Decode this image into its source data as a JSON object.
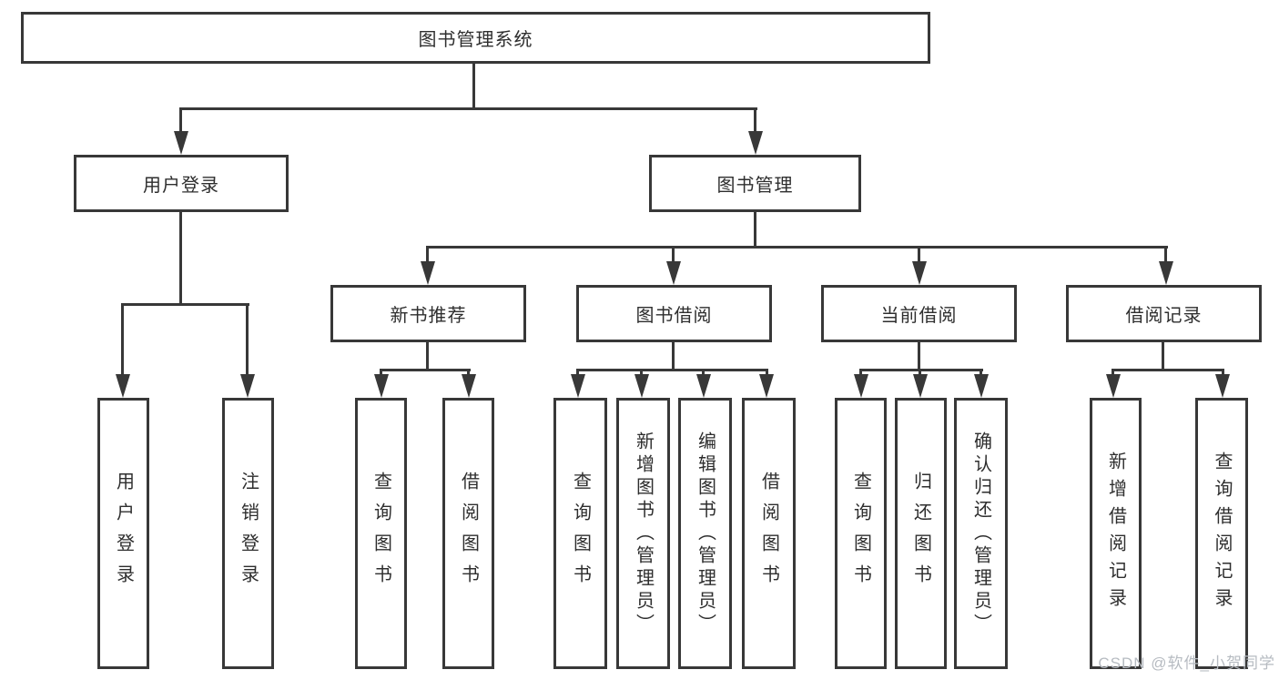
{
  "diagram_type": "feature-tree",
  "colors": {
    "line": "#383838",
    "text": "#2e2e2e",
    "background": "#ffffff",
    "watermark": "#b6bbc1"
  },
  "root": {
    "label": "图书管理系统"
  },
  "level2": [
    {
      "label": "用户登录"
    },
    {
      "label": "图书管理"
    }
  ],
  "level3": [
    {
      "label": "新书推荐"
    },
    {
      "label": "图书借阅"
    },
    {
      "label": "当前借阅"
    },
    {
      "label": "借阅记录"
    }
  ],
  "leaves": {
    "user_login": [
      {
        "label": "用户登录"
      },
      {
        "label": "注销登录"
      }
    ],
    "new_book": [
      {
        "label": "查询图书"
      },
      {
        "label": "借阅图书"
      }
    ],
    "borrow": [
      {
        "label": "查询图书"
      },
      {
        "label": "新增图书（管理员）"
      },
      {
        "label": "编辑图书（管理员）"
      },
      {
        "label": "借阅图书"
      }
    ],
    "current": [
      {
        "label": "查询图书"
      },
      {
        "label": "归还图书"
      },
      {
        "label": "确认归还（管理员）"
      }
    ],
    "records": [
      {
        "label": "新增借阅记录"
      },
      {
        "label": "查询借阅记录"
      }
    ]
  },
  "watermark": "CSDN @软件_小贺同学"
}
